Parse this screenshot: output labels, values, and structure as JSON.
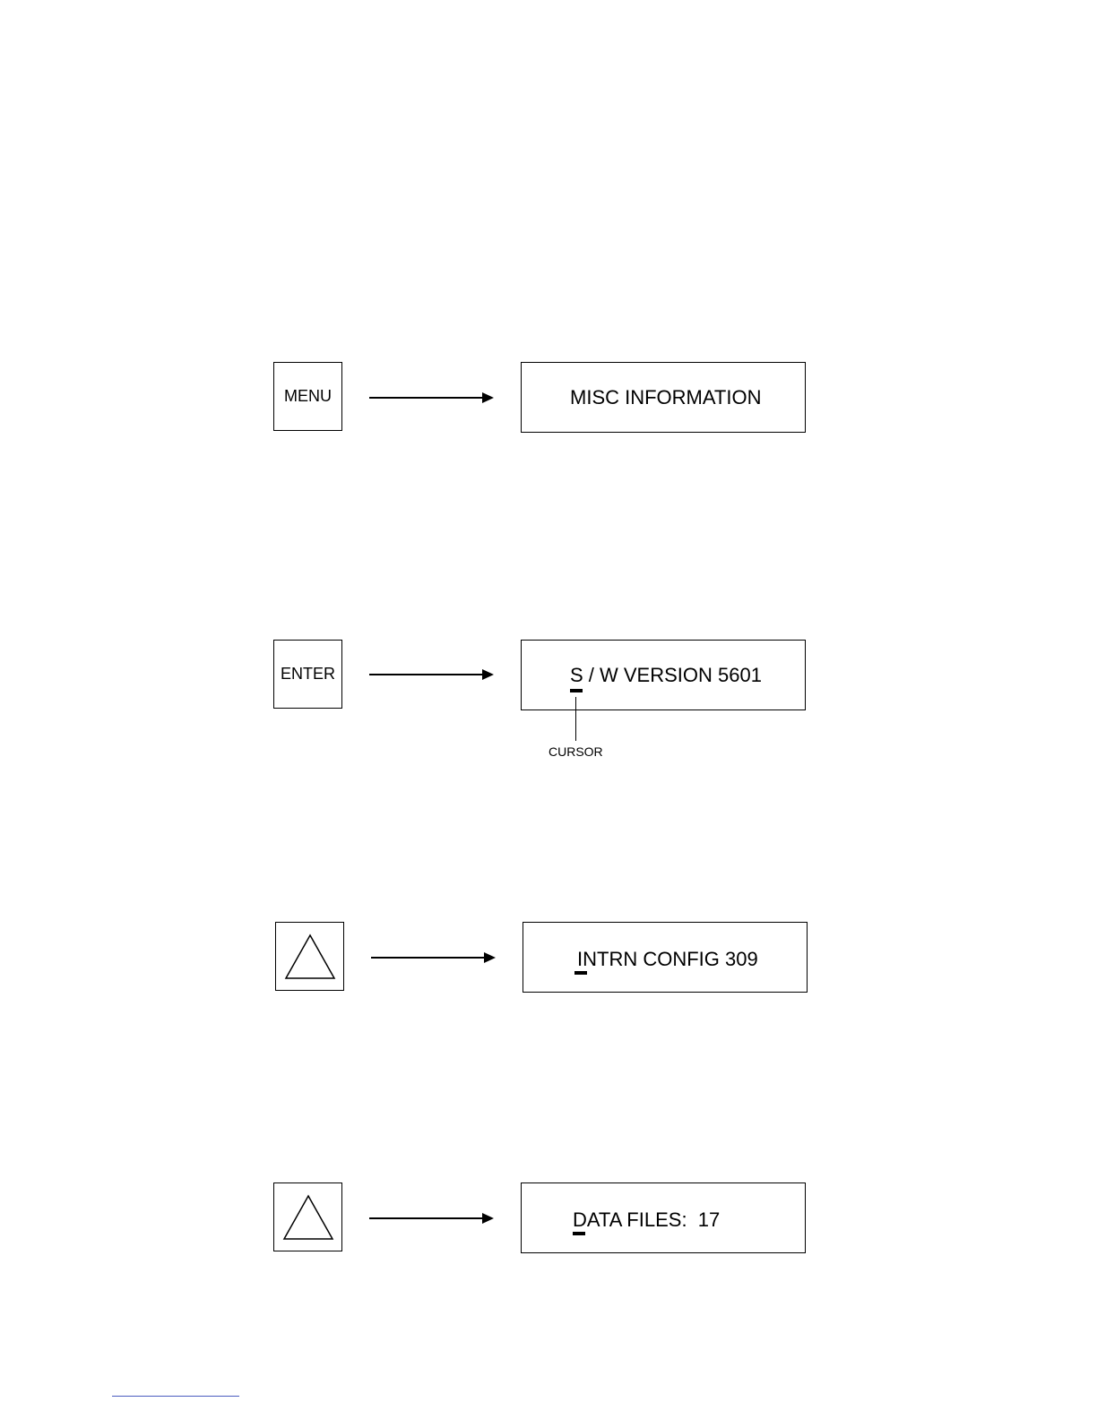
{
  "steps": [
    {
      "key": {
        "type": "label",
        "label": "MENU"
      },
      "display": {
        "text": "MISC INFORMATION",
        "cursor": false
      }
    },
    {
      "key": {
        "type": "label",
        "label": "ENTER"
      },
      "display": {
        "text": "S / W VERSION 5601",
        "cursor": true
      }
    },
    {
      "key": {
        "type": "icon",
        "icon": "up-triangle-icon"
      },
      "display": {
        "text": "INTRN CONFIG 309",
        "cursor": true
      }
    },
    {
      "key": {
        "type": "icon",
        "icon": "up-triangle-icon"
      },
      "display": {
        "text": "DATA FILES:  17",
        "cursor": true
      }
    }
  ],
  "cursor_callout": {
    "label": "CURSOR"
  }
}
